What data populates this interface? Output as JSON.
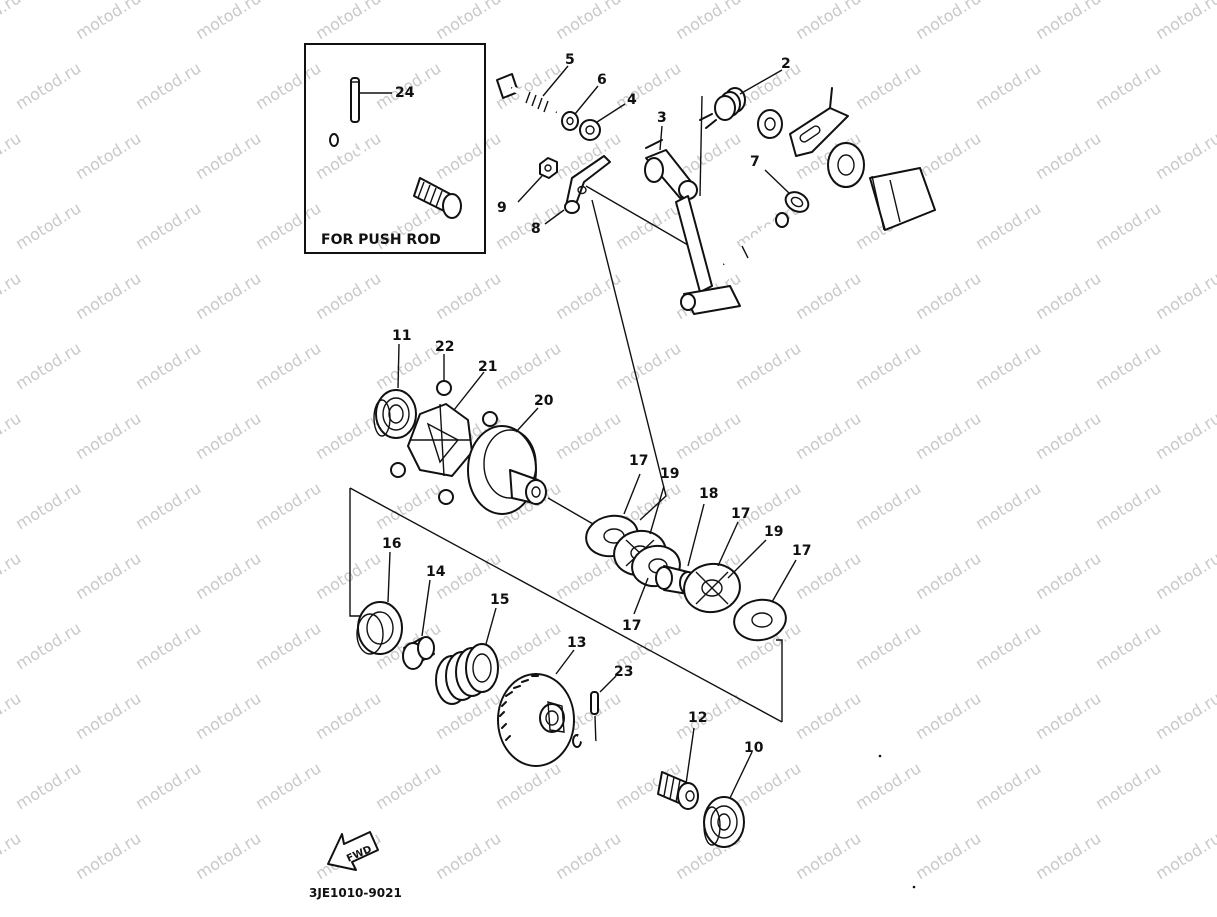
{
  "diagram": {
    "inset_caption": "FOR PUSH ROD",
    "drawing_code": "3JE1010-9021",
    "fwd_label": "FWD",
    "watermark": "motod.ru",
    "callouts": {
      "c2": "2",
      "c3": "3",
      "c4": "4",
      "c5": "5",
      "c6": "6",
      "c7": "7",
      "c8": "8",
      "c9": "9",
      "c10": "10",
      "c11": "11",
      "c12": "12",
      "c13": "13",
      "c14": "14",
      "c15": "15",
      "c16": "16",
      "c17a": "17",
      "c17b": "17",
      "c17c": "17",
      "c17d": "17",
      "c18": "18",
      "c19a": "19",
      "c19b": "19",
      "c20": "20",
      "c21": "21",
      "c22": "22",
      "c23": "23",
      "c24": "24"
    }
  }
}
